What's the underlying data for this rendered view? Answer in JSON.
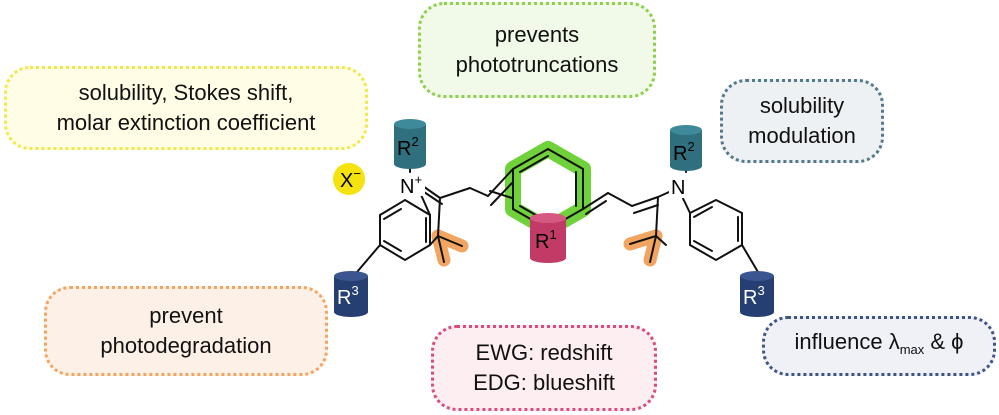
{
  "bubbles": {
    "solubility_stokes": {
      "line1": "solubility, Stokes shift,",
      "line2": "molar extinction coefficient"
    },
    "prevents_phototruncations": {
      "line1": "prevents",
      "line2": "phototruncations"
    },
    "solubility_modulation": {
      "line1": "solubility",
      "line2": "modulation"
    },
    "prevent_photodegradation": {
      "line1": "prevent",
      "line2": "photodegradation"
    },
    "ewg_edg": {
      "line1": "EWG: redshift",
      "line2": "EDG: blueshift"
    },
    "influence": {
      "prefix": "influence ",
      "lambda": "λ",
      "sub": "max",
      "suffix": " & ϕ"
    }
  },
  "molecule": {
    "counterion": {
      "base": "X",
      "sup": "−"
    },
    "left_n": {
      "base": "N",
      "sup": "+"
    },
    "right_n": {
      "base": "N"
    },
    "r1": {
      "base": "R",
      "sup": "1"
    },
    "r2_left": {
      "base": "R",
      "sup": "2"
    },
    "r2_right": {
      "base": "R",
      "sup": "2"
    },
    "r3_left": {
      "base": "R",
      "sup": "3"
    },
    "r3_right": {
      "base": "R",
      "sup": "3"
    }
  },
  "colors": {
    "r1": "#c23b66",
    "r2": "#2f6f7e",
    "r3": "#263f72",
    "methyl_highlight": "#f2a560",
    "ring_highlight": "#6fd23a",
    "counterion": "#f5e20f"
  }
}
